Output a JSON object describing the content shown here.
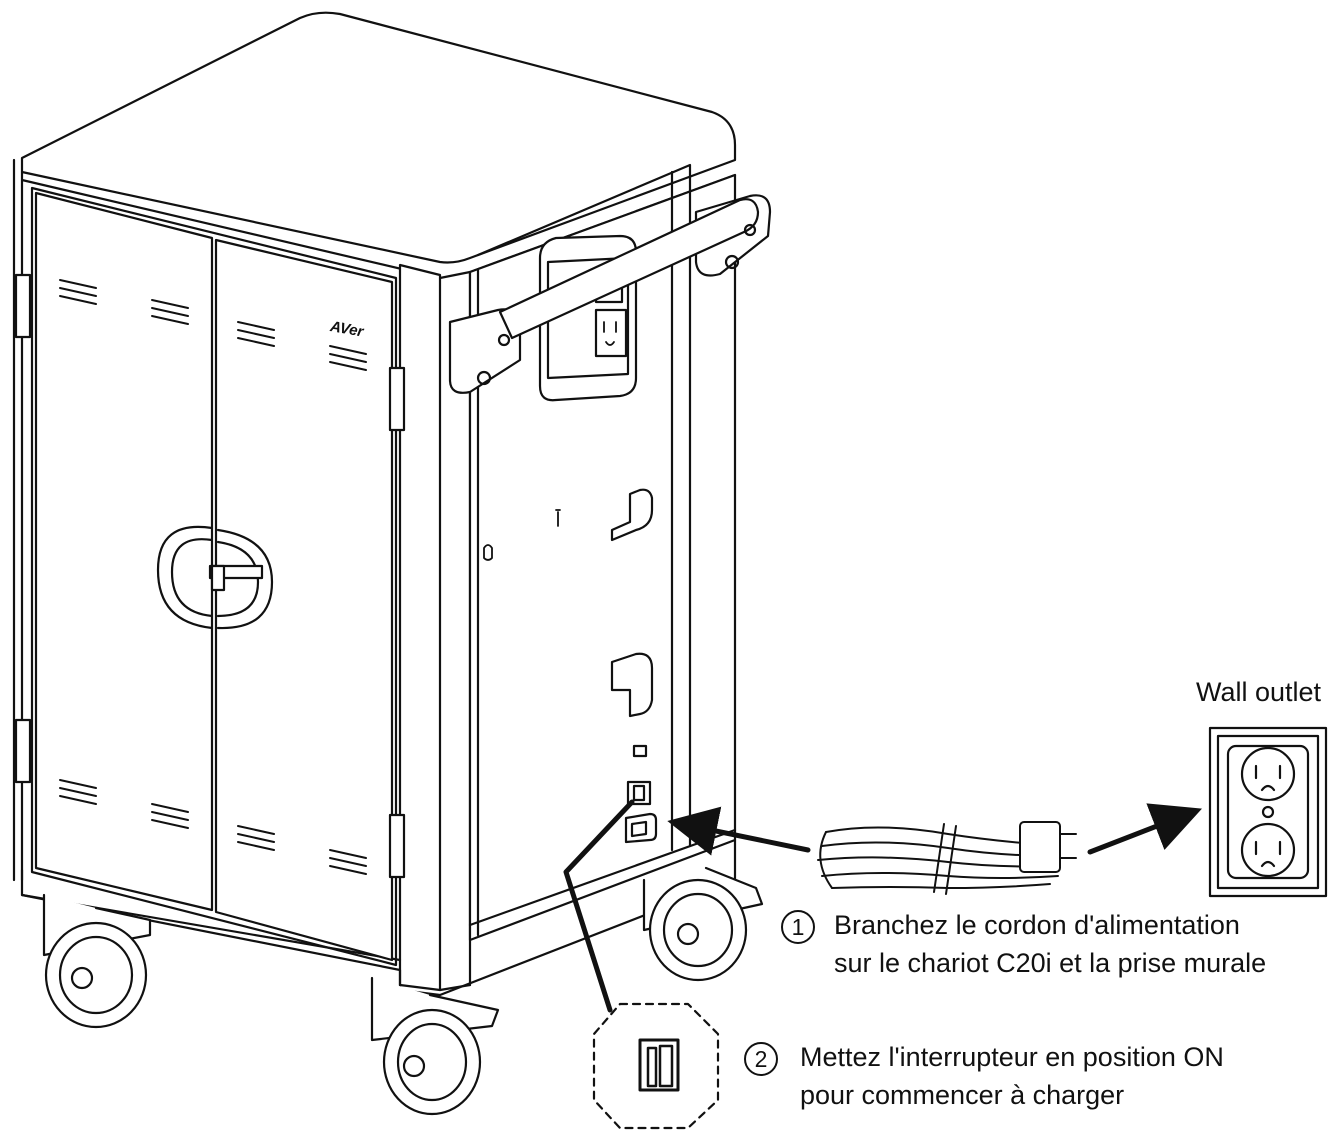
{
  "brand": {
    "logo_text": "AVer"
  },
  "labels": {
    "wall_outlet": "Wall outlet"
  },
  "steps": [
    {
      "number": "1",
      "line1": "Branchez le cordon d'alimentation",
      "line2": "sur le chariot C20i et la prise murale"
    },
    {
      "number": "2",
      "line1": "Mettez l'interrupteur en position ON",
      "line2": "pour commencer à charger"
    }
  ],
  "colors": {
    "line": "#111111",
    "background": "#ffffff"
  }
}
